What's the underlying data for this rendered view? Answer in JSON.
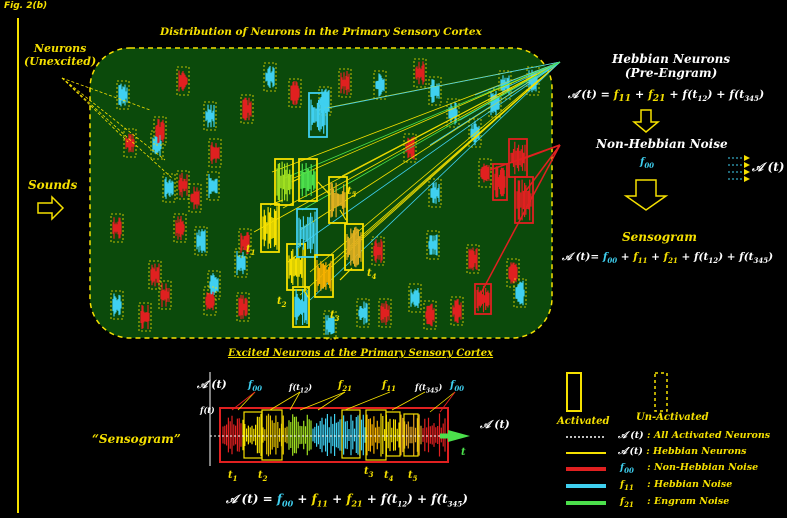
{
  "fig_label": "Fig. 2(b)",
  "top_title": "Distribution of Neurons in the Primary Sensory Cortex",
  "neurons_unexcited": [
    "Neurons",
    "(Unexcited)"
  ],
  "sounds_label": "Sounds",
  "hebbian_title": [
    "Hebbian Neurons",
    "(Pre-Engram)"
  ],
  "hebbian_eq": {
    "lhs": "𝒜′(t) = ",
    "t1": "f",
    "s1": "11",
    "p1": " + ",
    "t2": "f",
    "s2": "21",
    "p2": " + f(t",
    "s3": "12",
    "p3": ") + f(t",
    "s4": "345",
    "p4": ")"
  },
  "non_hebbian_title": "Non-Hebbian Noise",
  "f00_label": {
    "t": "f",
    "s": "00"
  },
  "at_label": "𝒜 (t)",
  "sensogram_title": "Sensogram",
  "sensogram_eq": {
    "lhs": "𝒜 (t)= ",
    "a": "f",
    "as": "00",
    "p1": " + ",
    "b": "f",
    "bs": "11",
    "p2": " + ",
    "c": "f",
    "cs": "21",
    "p3": " + f(t",
    "ds": "12",
    "p4": ") + f(t",
    "es": "345",
    "p5": ")"
  },
  "time_labels": {
    "t1": "t",
    "t1s": "1",
    "t2": "t",
    "t2s": "2",
    "t3": "t",
    "t3s": "3",
    "t4": "t",
    "t4s": "4",
    "t5": "t",
    "t5s": "5"
  },
  "bottom_title": "Excited Neurons at the Primary Sensory Cortex",
  "sensogram_quote": "“Sensogram”",
  "bottom_eq": {
    "lhs": "𝒜 (t) = ",
    "a": "f",
    "as": "00",
    "p1": " + ",
    "b": "f",
    "bs": "11",
    "p2": " + ",
    "c": "f",
    "cs": "21",
    "p3": " + f(t",
    "ds": "12",
    "p4": ") + f(t",
    "es": "345",
    "p5": ")"
  },
  "trace_labels": {
    "at": "𝒜 (t)",
    "ft": "f(t)",
    "f00a": "f",
    "f00as": "00",
    "ft12": "f(t",
    "ft12s": "12",
    "ft12e": ")",
    "f21": "f",
    "f21s": "21",
    "f11": "f",
    "f11s": "11",
    "ft345": "f(t",
    "ft345s": "345",
    "ft345e": ")",
    "f00b": "f",
    "f00bs": "00",
    "at_right": "𝒜 (t)",
    "t_axis": "t",
    "bt1": "t",
    "bt1s": "1",
    "bt2": "t",
    "bt2s": "2",
    "bt3": "t",
    "bt3s": "3",
    "bt4": "t",
    "bt4s": "4",
    "bt5": "t",
    "bt5s": "5"
  },
  "legend": {
    "activated": "Activated",
    "unactivated": "Un-Activated",
    "rows": [
      {
        "sym": "𝒜 (t)",
        "desc": ": All Activated Neurons"
      },
      {
        "sym": "𝒜′(t)",
        "desc": ": Hebbian Neurons"
      },
      {
        "sym": "f",
        "sub": "00",
        "desc": ": Non-Hebbian Noise"
      },
      {
        "sym": "f",
        "sub": "11",
        "desc": ": Hebbian Noise"
      },
      {
        "sym": "f",
        "sub": "21",
        "desc": ": Engram Noise"
      }
    ]
  },
  "colors": {
    "background": "#000000",
    "cortex": "#0b4a0b",
    "yellow": "#f5e000",
    "cyan": "#3fd0f0",
    "red": "#e02020",
    "green": "#4ce04c"
  }
}
